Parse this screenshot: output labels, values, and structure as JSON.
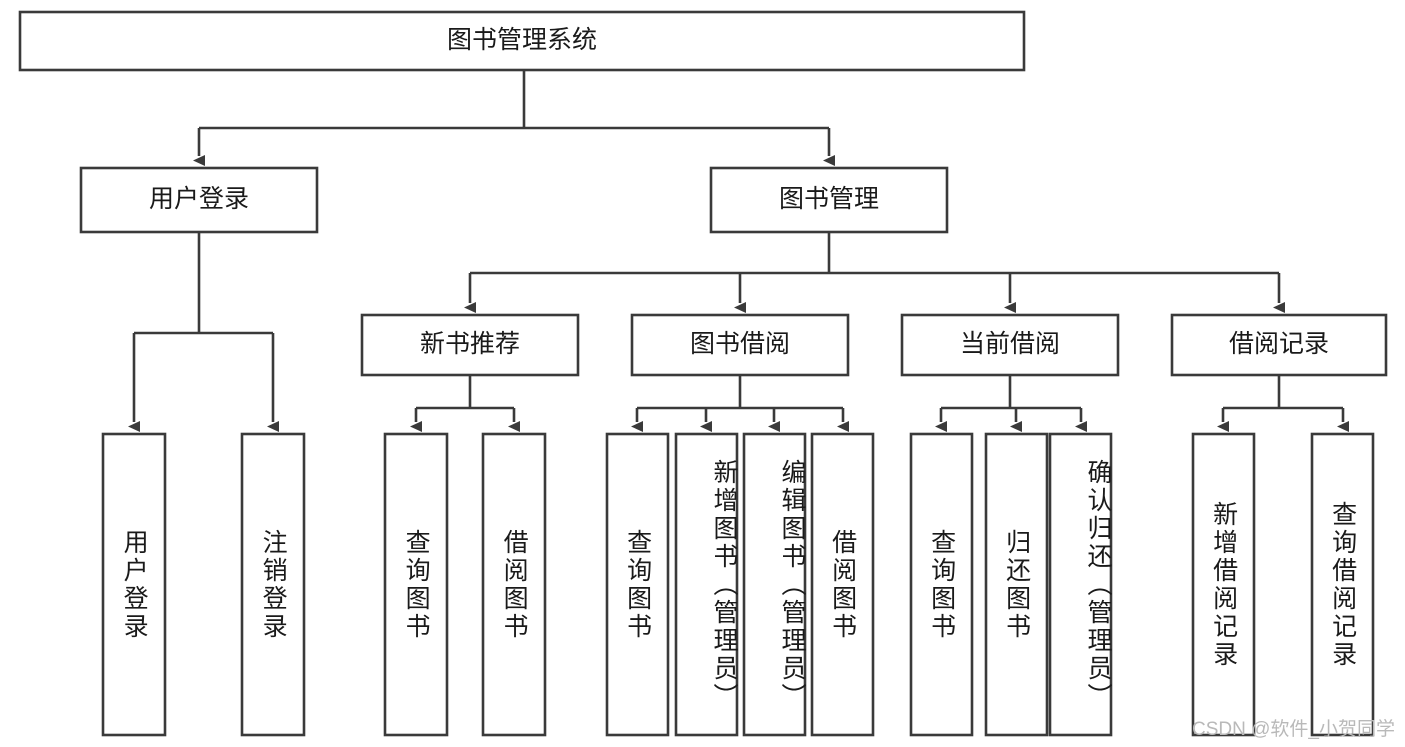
{
  "diagram": {
    "type": "tree-hierarchy-chart",
    "title": "图书管理系统",
    "orientation": "top-down",
    "colors": {
      "box_stroke": "#3a3a3a",
      "box_fill": "#ffffff",
      "connector": "#3a3a3a",
      "text": "#1a1a1a",
      "watermark": "#b9b9b9",
      "background": "#ffffff"
    },
    "root": {
      "id": "root",
      "label": "图书管理系统"
    },
    "level2": [
      {
        "id": "user-login",
        "label": "用户登录"
      },
      {
        "id": "book-management",
        "label": "图书管理"
      }
    ],
    "level3": [
      {
        "id": "new-book-recommend",
        "label": "新书推荐",
        "parent": "book-management"
      },
      {
        "id": "book-borrow",
        "label": "图书借阅",
        "parent": "book-management"
      },
      {
        "id": "current-borrow",
        "label": "当前借阅",
        "parent": "book-management"
      },
      {
        "id": "borrow-record",
        "label": "借阅记录",
        "parent": "book-management"
      }
    ],
    "leaves": {
      "user-login": [
        {
          "id": "leaf-user-login",
          "label": "用户登录"
        },
        {
          "id": "leaf-user-logout",
          "label": "注销登录"
        }
      ],
      "new-book-recommend": [
        {
          "id": "leaf-query-book-1",
          "label": "查询图书"
        },
        {
          "id": "leaf-borrow-book-1",
          "label": "借阅图书"
        }
      ],
      "book-borrow": [
        {
          "id": "leaf-query-book-2",
          "label": "查询图书"
        },
        {
          "id": "leaf-add-book",
          "label": "新增图书（管理员）"
        },
        {
          "id": "leaf-edit-book",
          "label": "编辑图书（管理员）"
        },
        {
          "id": "leaf-borrow-book-2",
          "label": "借阅图书"
        }
      ],
      "current-borrow": [
        {
          "id": "leaf-query-book-3",
          "label": "查询图书"
        },
        {
          "id": "leaf-return-book",
          "label": "归还图书"
        },
        {
          "id": "leaf-confirm-return",
          "label": "确认归还（管理员）"
        }
      ],
      "borrow-record": [
        {
          "id": "leaf-add-record",
          "label": "新增借阅记录"
        },
        {
          "id": "leaf-query-record",
          "label": "查询借阅记录"
        }
      ]
    }
  },
  "watermark": {
    "text": "CSDN @软件_小贺同学"
  }
}
